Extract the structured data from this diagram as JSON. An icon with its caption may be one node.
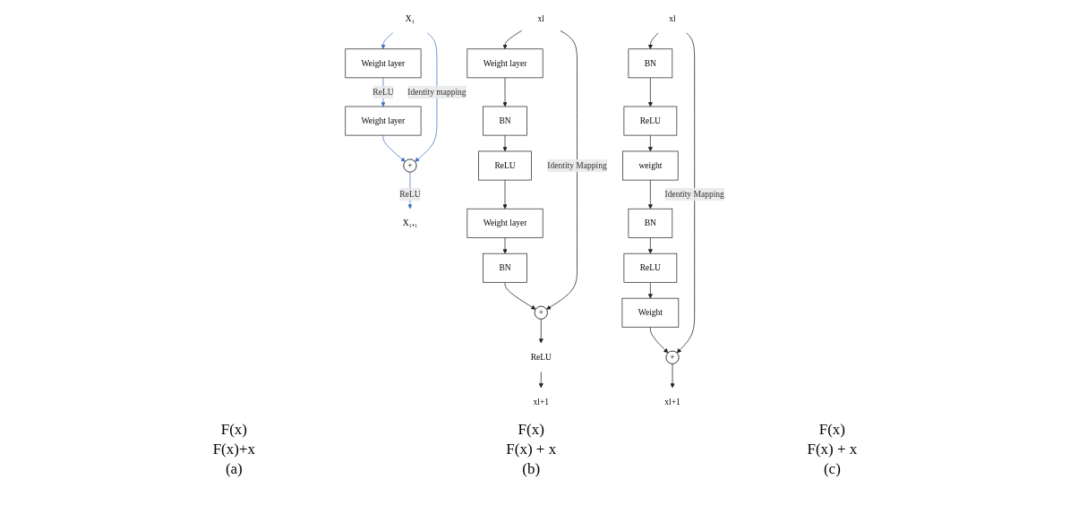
{
  "diagram": {
    "nodes": [
      {
        "text": [
          "X₁"
        ]
      },
      {
        "text": [
          "Weight layer"
        ]
      },
      {
        "text": [
          "Weight layer"
        ]
      },
      {
        "text": [
          "+"
        ]
      },
      {
        "text": [
          "X₁₊₁"
        ]
      },
      {
        "text": [
          "xl"
        ]
      },
      {
        "text": [
          "Weight layer"
        ]
      },
      {
        "text": [
          "BN"
        ]
      },
      {
        "text": [
          "ReLU"
        ]
      },
      {
        "text": [
          "Weight layer"
        ]
      },
      {
        "text": [
          "BN"
        ]
      },
      {
        "text": [
          "+"
        ]
      },
      {
        "text": [
          "ReLU"
        ]
      },
      {
        "text": [
          "xl+1"
        ]
      },
      {
        "text": [
          "xl"
        ]
      },
      {
        "text": [
          "BN"
        ]
      },
      {
        "text": [
          "ReLU"
        ]
      },
      {
        "text": [
          "weight"
        ]
      },
      {
        "text": [
          "BN"
        ]
      },
      {
        "text": [
          "ReLU"
        ]
      },
      {
        "text": [
          "Weight"
        ]
      },
      {
        "text": [
          "+"
        ]
      },
      {
        "text": [
          "xl+1"
        ]
      }
    ],
    "edges": [
      {
        "from": 0,
        "to": 1,
        "arrow": "to",
        "color": "#4472c4"
      },
      {
        "from": 1,
        "to": 2,
        "arrow": "to",
        "label": "ReLU",
        "color": "#4472c4"
      },
      {
        "from": 2,
        "to": 3,
        "arrow": "to",
        "color": "#4472c4"
      },
      {
        "from": 0,
        "to": 3,
        "arrow": "to",
        "label": "Identity mapping",
        "color": "#4472c4"
      },
      {
        "from": 3,
        "to": 4,
        "arrow": "to",
        "label": "ReLU",
        "color": "#4472c4"
      },
      {
        "from": 5,
        "to": 6,
        "arrow": "to"
      },
      {
        "from": 6,
        "to": 7,
        "arrow": "to"
      },
      {
        "from": 7,
        "to": 8,
        "arrow": "to"
      },
      {
        "from": 8,
        "to": 9,
        "arrow": "to"
      },
      {
        "from": 9,
        "to": 10,
        "arrow": "to"
      },
      {
        "from": 10,
        "to": 11,
        "arrow": "to"
      },
      {
        "from": 5,
        "to": 11,
        "arrow": "to",
        "label": "Identity Mapping"
      },
      {
        "from": 11,
        "to": 12,
        "arrow": "to"
      },
      {
        "from": 12,
        "to": 13,
        "arrow": "to"
      },
      {
        "from": 14,
        "to": 15,
        "arrow": "to"
      },
      {
        "from": 15,
        "to": 16,
        "arrow": "to"
      },
      {
        "from": 16,
        "to": 17,
        "arrow": "to"
      },
      {
        "from": 17,
        "to": 18,
        "arrow": "to"
      },
      {
        "from": 18,
        "to": 19,
        "arrow": "to"
      },
      {
        "from": 19,
        "to": 20,
        "arrow": "to"
      },
      {
        "from": 20,
        "to": 21,
        "arrow": "to"
      },
      {
        "from": 14,
        "to": 21,
        "arrow": "to",
        "label": "Identity Mapping"
      },
      {
        "from": 21,
        "to": 22,
        "arrow": "to"
      }
    ],
    "labels": [
      "F(x)",
      "F(x)+x",
      "F(x)",
      "F(x) + x",
      "F(x)",
      "F(x) + x",
      "(a)",
      "(b)",
      "(c)"
    ]
  }
}
